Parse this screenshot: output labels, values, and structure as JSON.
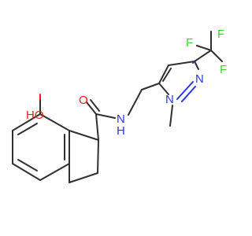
{
  "molecule": {
    "atoms": {
      "ho_label": "HO",
      "carbonyl_o_label": "O",
      "amide_n_label": "N",
      "amide_h_label": "H",
      "pyrazole_n1_label": "N",
      "pyrazole_n2_label": "N",
      "f1_label": "F",
      "f2_label": "F",
      "f3_label": "F"
    },
    "colors": {
      "bond": "#303030",
      "oxygen": "#ff1a1a",
      "nitrogen": "#2b36e6",
      "fluorine": "#33dd22"
    }
  }
}
